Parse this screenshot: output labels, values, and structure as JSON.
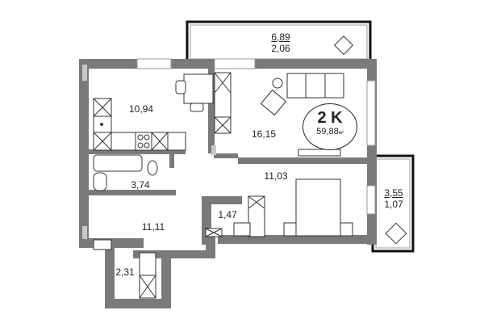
{
  "apartment": {
    "type_label": "2 K",
    "total_area": "59,88",
    "area_unit": "м²"
  },
  "rooms": [
    {
      "id": "kitchen",
      "area": "10,94"
    },
    {
      "id": "living-room",
      "area": "16,15"
    },
    {
      "id": "bedroom",
      "area": "11,03"
    },
    {
      "id": "bathroom",
      "area": "3,74"
    },
    {
      "id": "hallway",
      "area": "11,11"
    },
    {
      "id": "closet",
      "area": "1,47"
    },
    {
      "id": "storage",
      "area": "2,31"
    }
  ],
  "balconies": [
    {
      "id": "balcony-top",
      "area": "6,89",
      "reduced_area": "2,06"
    },
    {
      "id": "balcony-right",
      "area": "3,55",
      "reduced_area": "1,07"
    }
  ],
  "colors": {
    "wall": "#7a7a7a",
    "wall_light": "#c8c8c8",
    "line": "#222222",
    "floor": "#ffffff"
  }
}
